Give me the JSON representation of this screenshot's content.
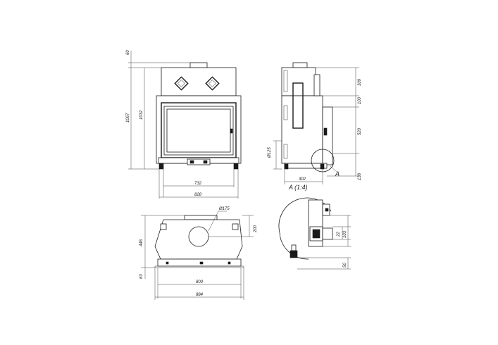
{
  "front": {
    "dims": {
      "top": "60",
      "overall_height": "1067",
      "door_height": "1032",
      "inner_width": "732",
      "outer_width": "828"
    }
  },
  "side": {
    "dims": {
      "top_block": "309",
      "gap": "100",
      "mid": "520",
      "bottom": "138",
      "diameter": "Ø125",
      "depth": "302"
    },
    "detail_marker": "A",
    "detail_label": "A (1:4)"
  },
  "plan": {
    "dims": {
      "duct": "Ø175",
      "offset": "200",
      "depth": "446",
      "front": "63",
      "inner_width": "800",
      "outer_width": "884"
    }
  },
  "detail": {
    "dims": {
      "small": "22",
      "height": "103",
      "floor": "50"
    }
  }
}
